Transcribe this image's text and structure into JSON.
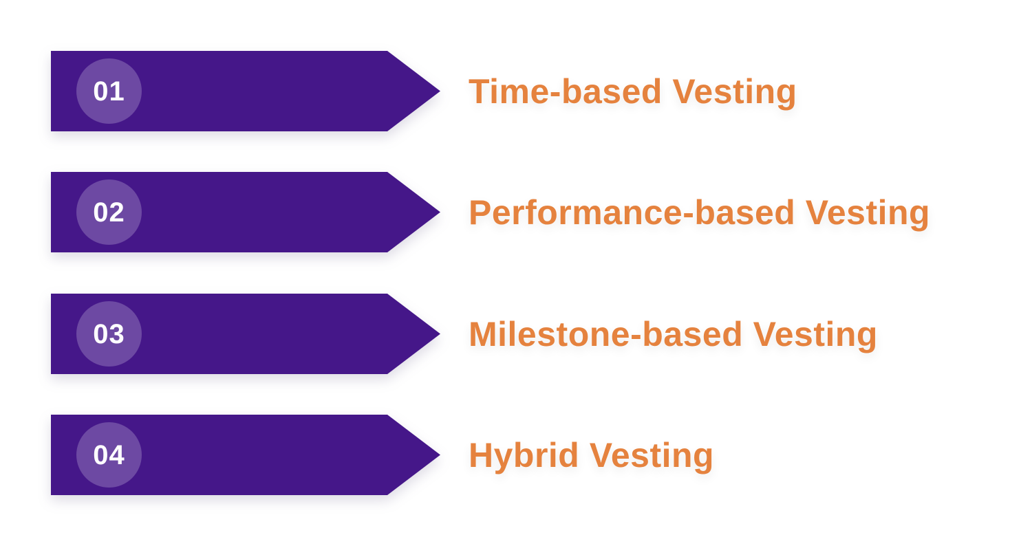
{
  "diagram": {
    "items": [
      {
        "number": "01",
        "label": "Time-based Vesting"
      },
      {
        "number": "02",
        "label": "Performance-based Vesting"
      },
      {
        "number": "03",
        "label": "Milestone-based Vesting"
      },
      {
        "number": "04",
        "label": "Hybrid Vesting"
      }
    ],
    "colors": {
      "banner_purple": "#451789",
      "badge_overlay": "rgba(255,255,255,0.22)",
      "number_text": "#FFFFFF",
      "label_orange": "#E5823E",
      "background": "#FFFFFF"
    }
  }
}
